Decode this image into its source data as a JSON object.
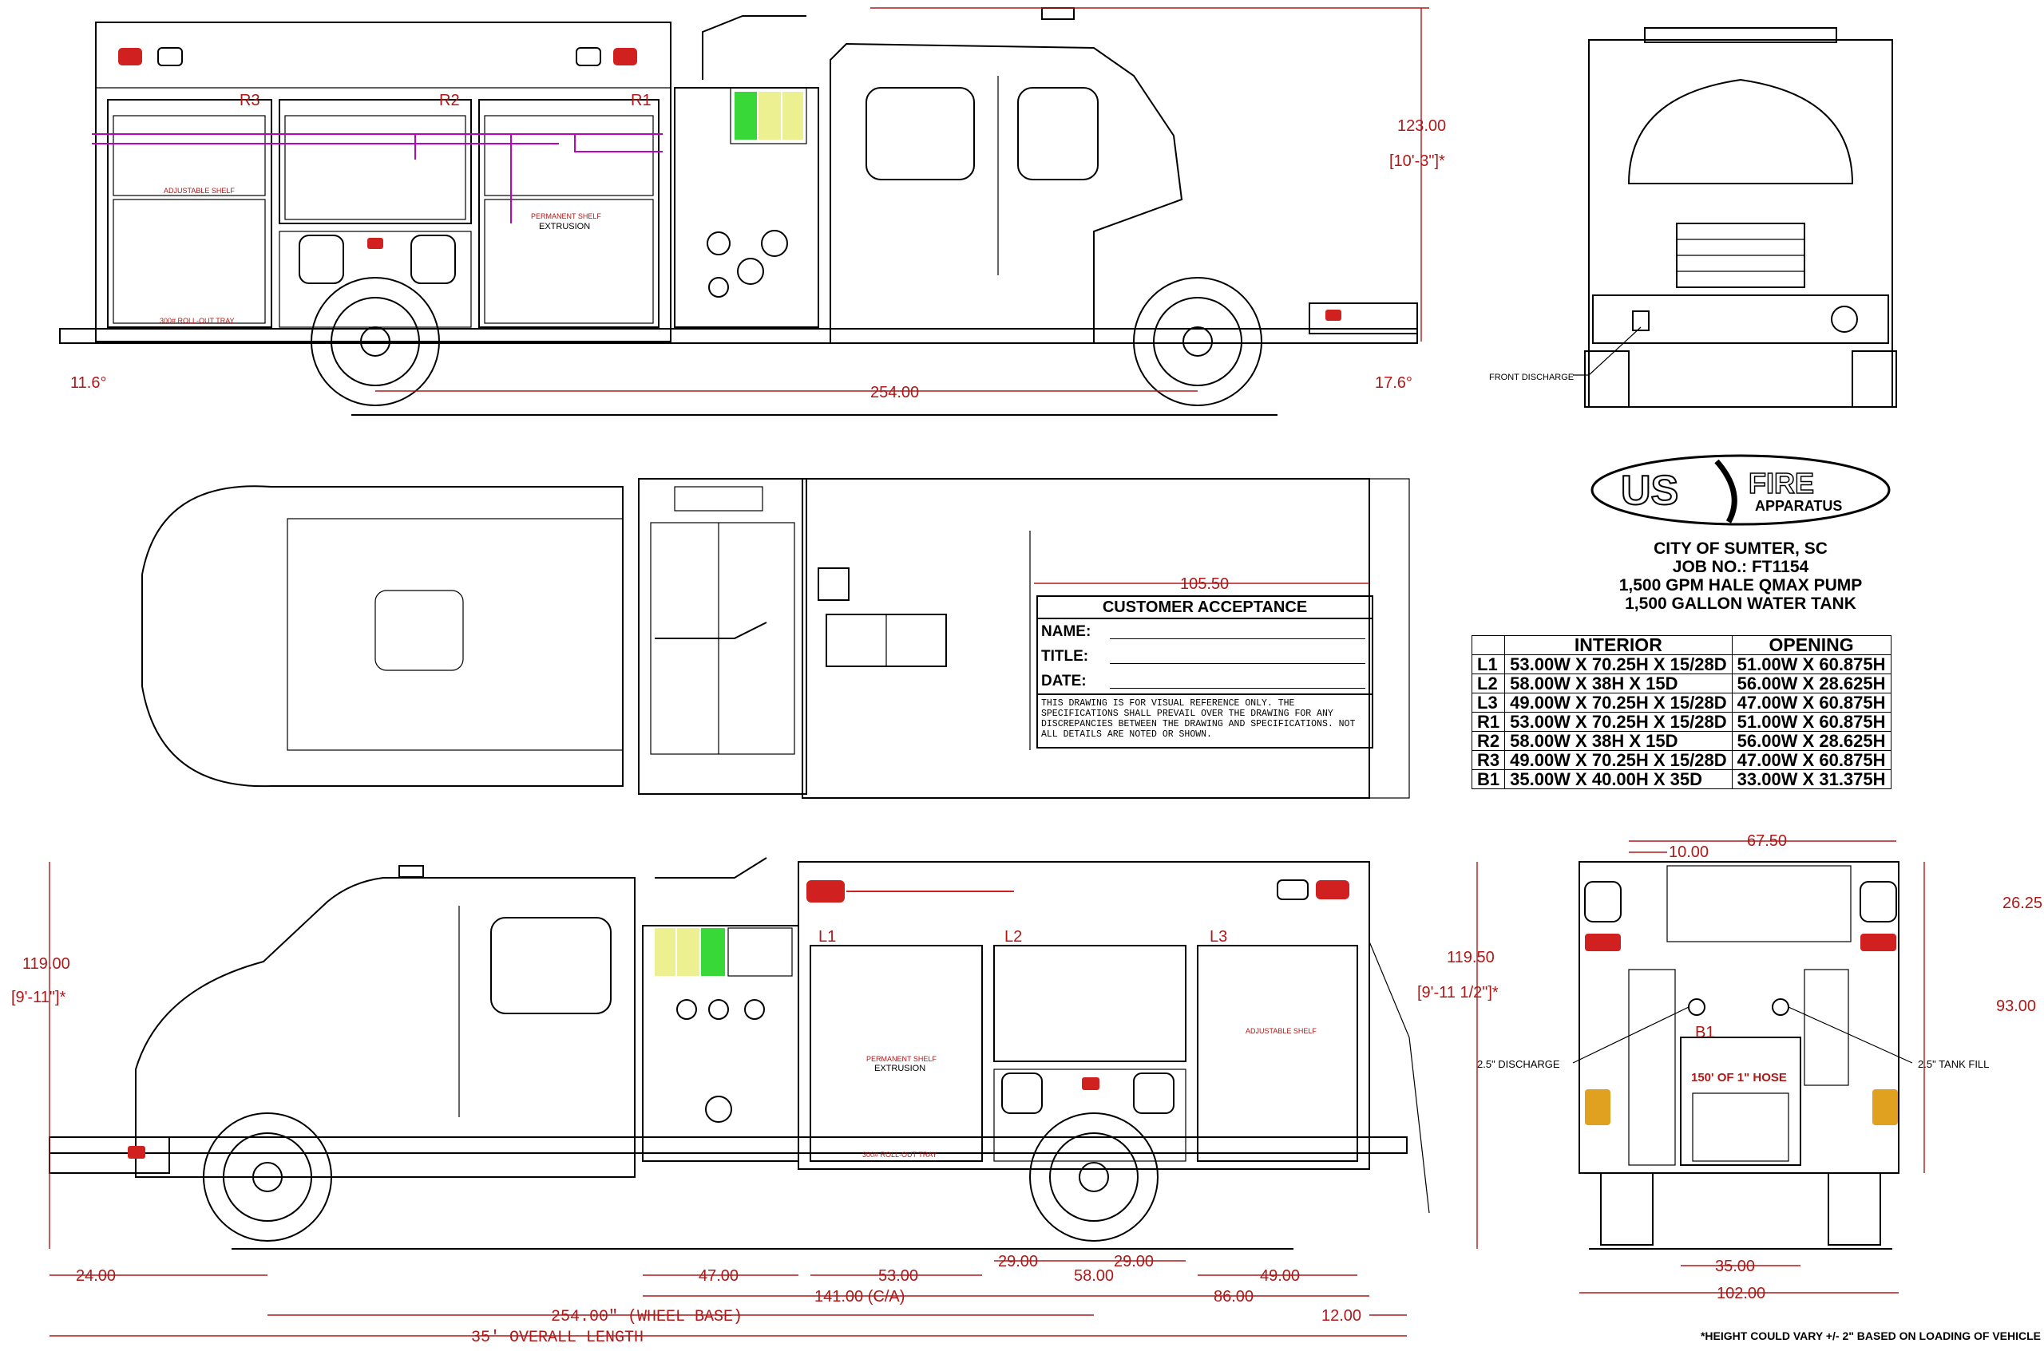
{
  "logo": {
    "left": "US",
    "right": "FIRE",
    "sub": "APPARATUS"
  },
  "job_info": {
    "line1": "CITY OF SUMTER, SC",
    "line2": "JOB NO.: FT1154",
    "line3": "1,500 GPM HALE QMAX PUMP",
    "line4": "1,500 GALLON WATER TANK"
  },
  "compartment_table": {
    "headers": [
      "",
      "INTERIOR",
      "OPENING"
    ],
    "rows": [
      [
        "L1",
        "53.00W X 70.25H X 15/28D",
        "51.00W X 60.875H"
      ],
      [
        "L2",
        "58.00W X 38H X 15D",
        "56.00W X 28.625H"
      ],
      [
        "L3",
        "49.00W X 70.25H X 15/28D",
        "47.00W X 60.875H"
      ],
      [
        "R1",
        "53.00W X 70.25H X 15/28D",
        "51.00W X 60.875H"
      ],
      [
        "R2",
        "58.00W X 38H X 15D",
        "56.00W X 28.625H"
      ],
      [
        "R3",
        "49.00W X 70.25H X 15/28D",
        "47.00W X 60.875H"
      ],
      [
        "B1",
        "35.00W X 40.00H X 35D",
        "33.00W X 31.375H"
      ]
    ]
  },
  "acceptance": {
    "title": "CUSTOMER ACCEPTANCE",
    "name_label": "NAME:",
    "title_label": "TITLE:",
    "date_label": "DATE:",
    "disclaimer": "THIS DRAWING IS FOR VISUAL REFERENCE ONLY. THE SPECIFICATIONS SHALL PREVAIL OVER THE DRAWING FOR ANY DISCREPANCIES BETWEEN THE DRAWING AND SPECIFICATIONS. NOT ALL DETAILS ARE NOTED OR SHOWN."
  },
  "footnote": "*HEIGHT COULD VARY +/- 2\" BASED ON LOADING OF VEHICLE",
  "labels": {
    "front_discharge": "FRONT DISCHARGE",
    "discharge_25": "2.5\" DISCHARGE",
    "tank_fill_25": "2.5\" TANK FILL",
    "hose": "150' OF 1\" HOSE",
    "adjustable_shelf": "ADJUSTABLE SHELF",
    "permanent_shelf": "PERMANENT SHELF",
    "extrusion": "EXTRUSION",
    "rollout_tray": "300# ROLL-OUT TRAY",
    "comp_r1": "R1",
    "comp_r2": "R2",
    "comp_r3": "R3",
    "comp_l1": "L1",
    "comp_l2": "L2",
    "comp_l3": "L3",
    "comp_b1": "B1"
  },
  "dimensions": {
    "side_top_height": "123.00",
    "side_top_height_ft": "[10'-3\"]*",
    "approach_angle": "11.6°",
    "departure_angle": "17.6°",
    "side_top_wheelbase": "254.00",
    "top_view_width": "105.50",
    "side_bot_height": "119.00",
    "side_bot_height_ft": "[9'-11\"]*",
    "side_bot_height2": "119.50",
    "side_bot_height2_ft": "[9'-11 1/2\"]*",
    "front_overhang": "24.00",
    "pump_panel": "47.00",
    "l1_width": "53.00",
    "l2_half_a": "29.00",
    "l2_half_b": "29.00",
    "l2_width": "58.00",
    "l3_width": "49.00",
    "cab_to_axle": "141.00 (C/A)",
    "axle_to_body": "86.00",
    "rear_overhang": "12.00",
    "wheel_base": "254.00\" (WHEEL BASE)",
    "overall_length": "35' OVERALL LENGTH",
    "rear_width_top": "67.50",
    "rear_offset": "10.00",
    "rear_upper": "26.25",
    "rear_lower": "93.00",
    "rear_b1": "35.00",
    "rear_overall_width": "102.00"
  }
}
